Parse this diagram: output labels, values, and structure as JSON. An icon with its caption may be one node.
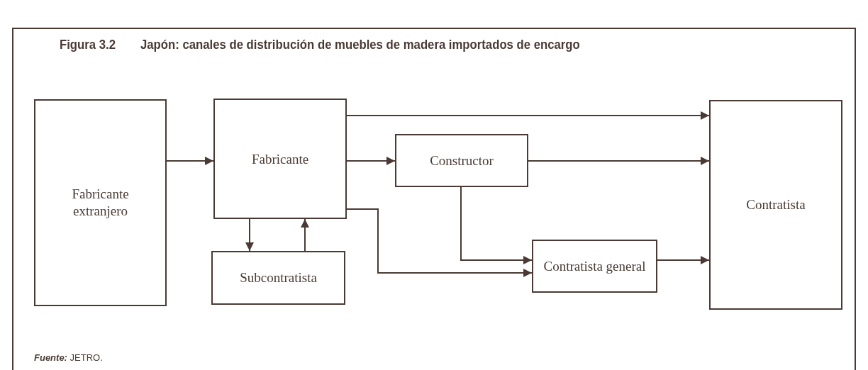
{
  "diagram": {
    "title": "Japón: canales de distribución de muebles de madera importados de encargo",
    "caption": "**Fuente:** JETRO.",
    "labels": [
      "Figura 3.2"
    ],
    "nodes": [
      {
        "text": [
          "Fabricante extranjero"
        ]
      },
      {
        "text": [
          "Fabricante"
        ]
      },
      {
        "text": [
          "Constructor"
        ]
      },
      {
        "text": [
          "Subcontratista"
        ]
      },
      {
        "text": [
          "Contratista general"
        ]
      },
      {
        "text": [
          "Contratista"
        ]
      }
    ],
    "edges": [
      {
        "from": 0,
        "to": 1,
        "arrow": "to"
      },
      {
        "from": 1,
        "to": 5,
        "arrow": "to"
      },
      {
        "from": 1,
        "to": 2,
        "arrow": "to"
      },
      {
        "from": 2,
        "to": 5,
        "arrow": "to"
      },
      {
        "from": 1,
        "to": 3,
        "arrow": "to"
      },
      {
        "from": 3,
        "to": 1,
        "arrow": "to"
      },
      {
        "from": 1,
        "to": 4,
        "arrow": "to"
      },
      {
        "from": 2,
        "to": 4,
        "arrow": "to"
      },
      {
        "from": 4,
        "to": 5,
        "arrow": "to"
      }
    ]
  }
}
